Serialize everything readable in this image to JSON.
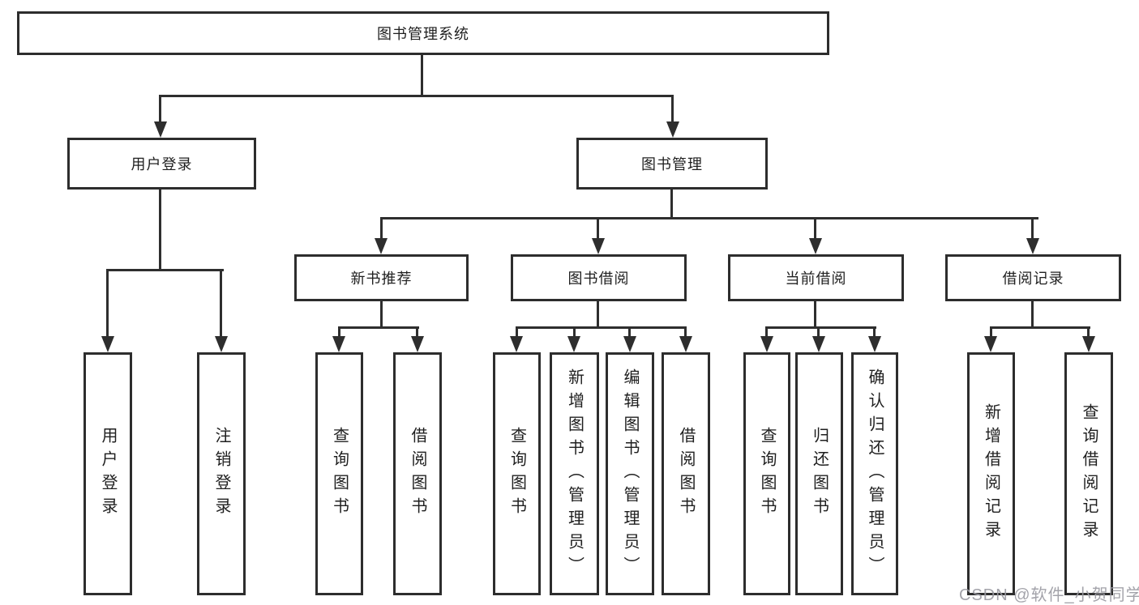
{
  "diagram_type": "tree",
  "tree": {
    "root": {
      "label": "图书管理系统",
      "children": [
        {
          "label": "用户登录",
          "children": [
            {
              "label": "用户登录"
            },
            {
              "label": "注销登录"
            }
          ]
        },
        {
          "label": "图书管理",
          "children": [
            {
              "label": "新书推荐",
              "children": [
                {
                  "label": "查询图书"
                },
                {
                  "label": "借阅图书"
                }
              ]
            },
            {
              "label": "图书借阅",
              "children": [
                {
                  "label": "查询图书"
                },
                {
                  "label": "新增图书（管理员）"
                },
                {
                  "label": "编辑图书（管理员）"
                },
                {
                  "label": "借阅图书"
                }
              ]
            },
            {
              "label": "当前借阅",
              "children": [
                {
                  "label": "查询图书"
                },
                {
                  "label": "归还图书"
                },
                {
                  "label": "确认归还（管理员）"
                }
              ]
            },
            {
              "label": "借阅记录",
              "children": [
                {
                  "label": "新增借阅记录"
                },
                {
                  "label": "查询借阅记录"
                }
              ]
            }
          ]
        }
      ]
    }
  },
  "watermark": {
    "text": "CSDN @软件_小贺同学"
  },
  "colors": {
    "background": "#ffffff",
    "line": "#2e2e2e",
    "box_border": "#2d2d2d",
    "text": "#1f1f1f",
    "watermark": "#9b9ba3"
  }
}
